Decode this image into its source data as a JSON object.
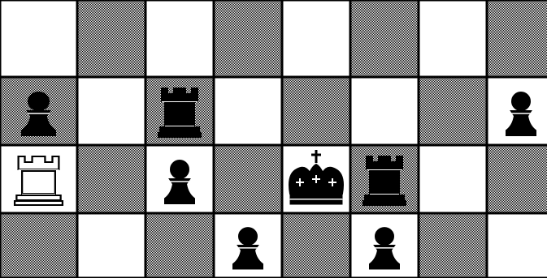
{
  "colors": {
    "light_square": "#ffffff",
    "dark_square_dots": "#000000",
    "grid": "#000000",
    "black_piece": "#000000",
    "white_piece": "#ffffff"
  },
  "board": {
    "visible_files": 8,
    "visible_ranks": 4,
    "top_left_square": "light",
    "pieces": [
      {
        "row": 1,
        "col": 0,
        "type": "pawn",
        "color": "black",
        "icon": "pawn-icon"
      },
      {
        "row": 1,
        "col": 2,
        "type": "rook",
        "color": "black",
        "icon": "rook-icon"
      },
      {
        "row": 1,
        "col": 7,
        "type": "pawn",
        "color": "black",
        "icon": "pawn-icon"
      },
      {
        "row": 2,
        "col": 0,
        "type": "rook",
        "color": "white",
        "icon": "rook-icon"
      },
      {
        "row": 2,
        "col": 2,
        "type": "pawn",
        "color": "black",
        "icon": "pawn-icon"
      },
      {
        "row": 2,
        "col": 4,
        "type": "king",
        "color": "black",
        "icon": "king-icon"
      },
      {
        "row": 2,
        "col": 5,
        "type": "rook",
        "color": "black",
        "icon": "rook-icon"
      },
      {
        "row": 3,
        "col": 3,
        "type": "pawn",
        "color": "black",
        "icon": "pawn-icon"
      },
      {
        "row": 3,
        "col": 5,
        "type": "pawn",
        "color": "black",
        "icon": "pawn-icon"
      }
    ]
  }
}
